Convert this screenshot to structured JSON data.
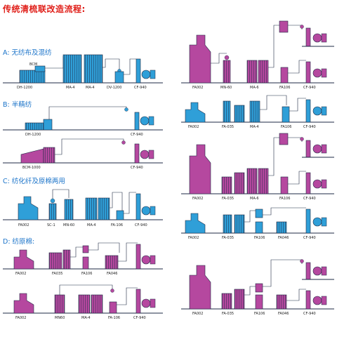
{
  "title": "传统清梳联改造流程:",
  "sections": {
    "a": "A: 无纺布及混纺",
    "b": "B: 半精纺",
    "c": "C: 纺化纤及原棉两用",
    "d": "D: 纺原棉:"
  },
  "labels": {
    "bcm": "BCM",
    "dh1200": "DH-1200",
    "ma4": "MA-4",
    "dv1200": "DV-1200",
    "cf940": "CF-940",
    "bcm1000": "BCM-1000",
    "fa002": "FA002",
    "sc1": "SC-1",
    "mn60": "MN-60",
    "fa106": "FA-106",
    "fa035": "FA035",
    "fa106b": "FA106",
    "fa046": "FA046",
    "mn60b": "MN60",
    "r_fa035": "FA-035",
    "r_mn60": "MN-60",
    "r_ma6": "MA-6",
    "r_fa106": "FA106",
    "r_fa046": "FA046"
  },
  "colors": {
    "blue": "#2f9fd8",
    "magenta": "#b5489f",
    "title_red": "#e0201a",
    "section_blue": "#1a73c9",
    "outline": "#1e2a44"
  }
}
